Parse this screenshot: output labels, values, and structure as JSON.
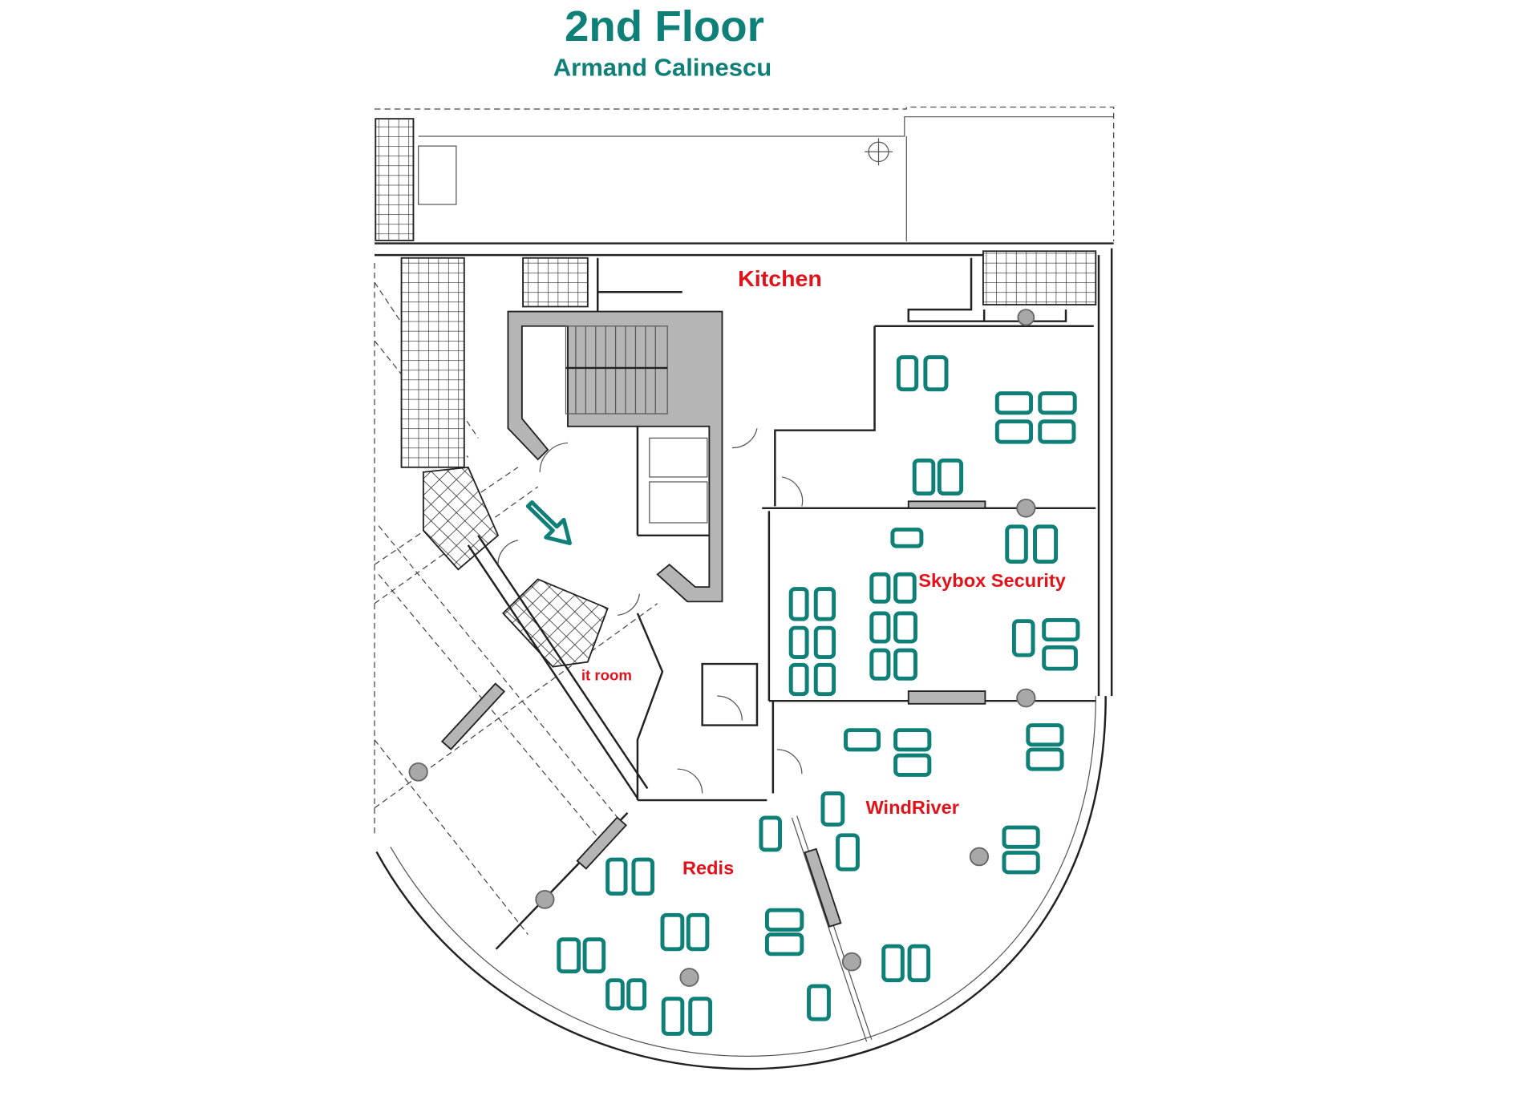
{
  "header": {
    "title": "2nd Floor",
    "subtitle": "Armand Calinescu"
  },
  "rooms": {
    "kitchen": "Kitchen",
    "skybox": "Skybox Security",
    "it_room": "it room",
    "windriver": "WindRiver",
    "redis": "Redis"
  },
  "colors": {
    "accent": "#0e8077",
    "room_label": "#e2121b"
  },
  "icons": {
    "entrance": "entrance-arrow-icon"
  }
}
